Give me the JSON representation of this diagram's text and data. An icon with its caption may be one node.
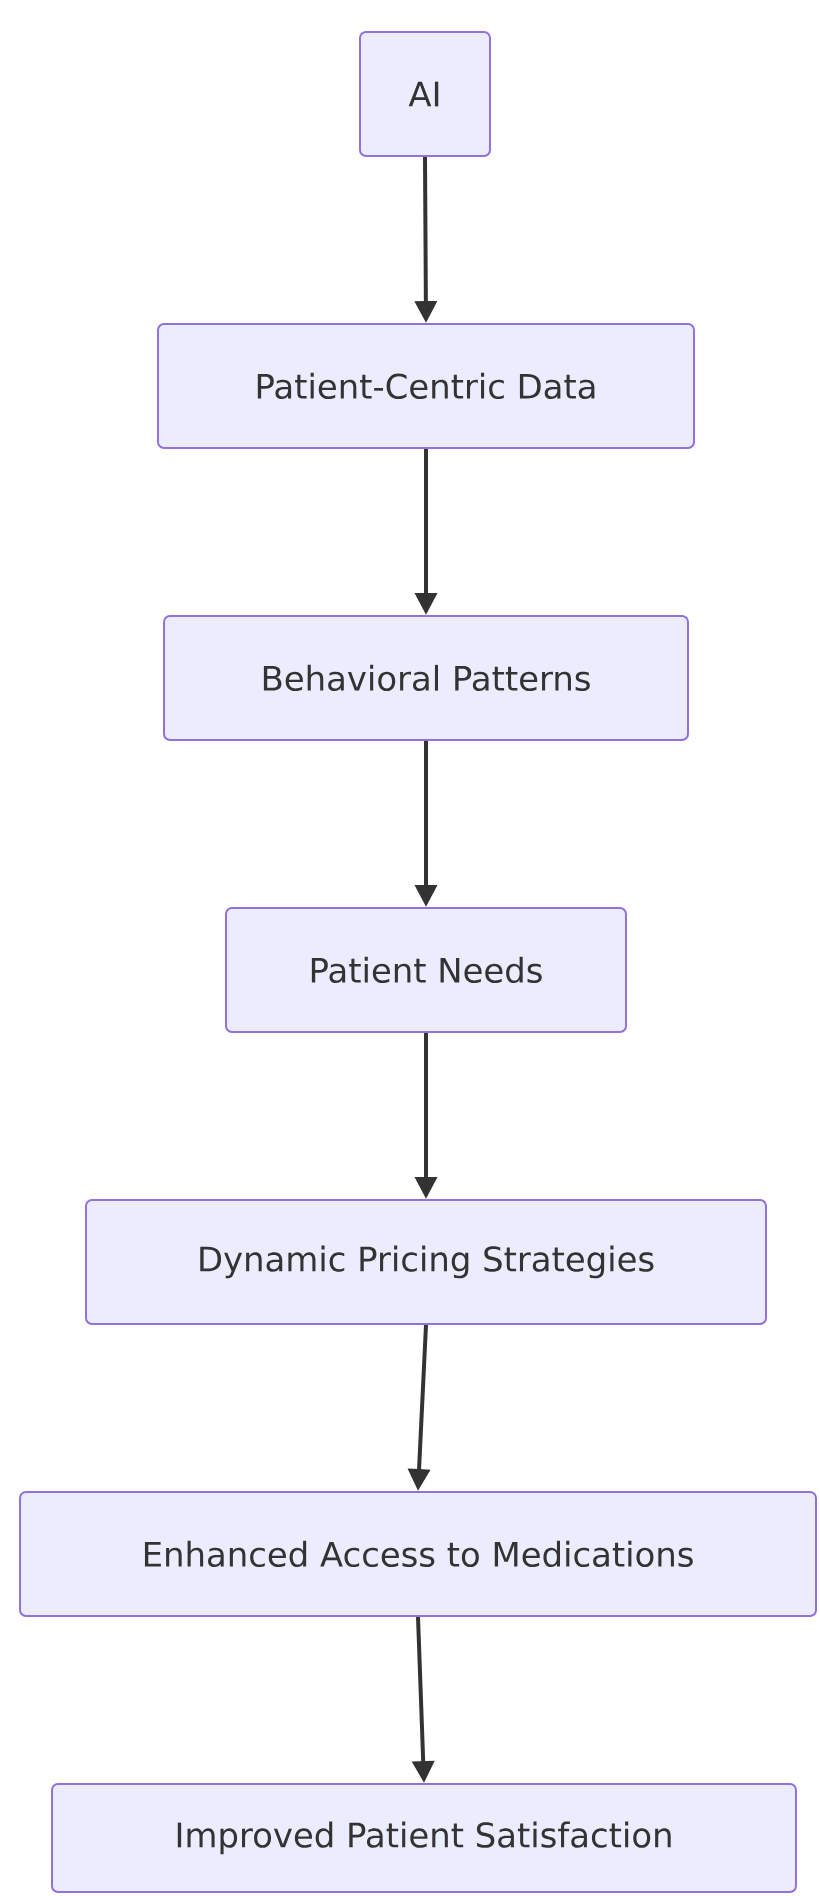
{
  "diagram": {
    "nodes": [
      {
        "text": [
          "AI"
        ]
      },
      {
        "text": [
          "Patient-Centric Data"
        ]
      },
      {
        "text": [
          "Behavioral Patterns"
        ]
      },
      {
        "text": [
          "Patient Needs"
        ]
      },
      {
        "text": [
          "Dynamic Pricing Strategies"
        ]
      },
      {
        "text": [
          "Enhanced Access to Medications"
        ]
      },
      {
        "text": [
          "Improved Patient Satisfaction"
        ]
      }
    ],
    "edges": [
      {
        "from": 0,
        "to": 1,
        "arrow": "to"
      },
      {
        "from": 1,
        "to": 2,
        "arrow": "to"
      },
      {
        "from": 2,
        "to": 3,
        "arrow": "to"
      },
      {
        "from": 3,
        "to": 4,
        "arrow": "to"
      },
      {
        "from": 4,
        "to": 5,
        "arrow": "to"
      },
      {
        "from": 5,
        "to": 6,
        "arrow": "to"
      }
    ]
  }
}
